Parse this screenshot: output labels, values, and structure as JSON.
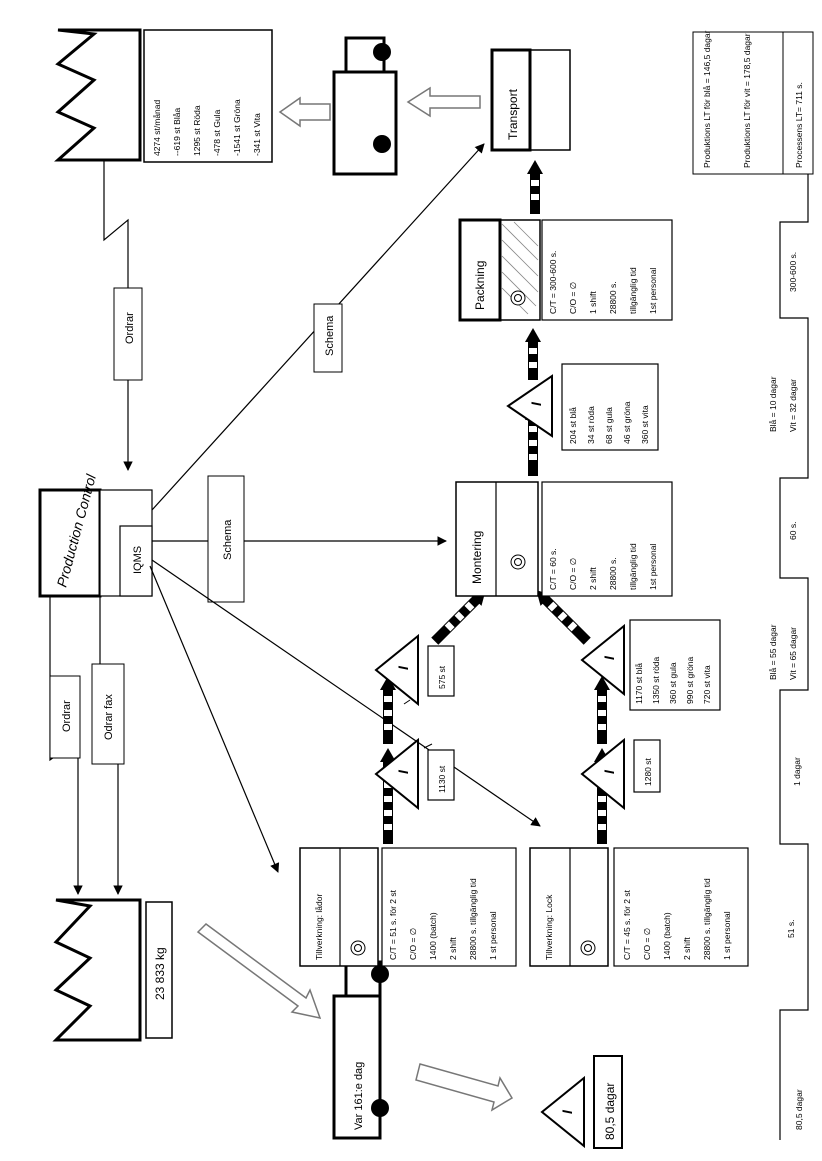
{
  "customer": {
    "lines": [
      "4274 st/månad",
      "--619 st Blåa",
      "1295 st Röda",
      "-478 st Gula",
      "-1541 st Gröna",
      "-341 st Vita"
    ]
  },
  "supplier": {
    "weight": "23 833 kg"
  },
  "truck_supplier": {
    "label": "Var 161:e dag"
  },
  "raw_inventory": {
    "label": "80,5 dagar"
  },
  "transport": {
    "label": "Transport"
  },
  "production_control": {
    "title": "Production Control",
    "system": "IQMS"
  },
  "flows": {
    "ordrar_customer": "Ordrar",
    "ordrar_supplier": "Ordrar",
    "odrar_fax": "Odrar fax",
    "schema_transport": "Schema",
    "schema_montering": "Schema"
  },
  "processes": {
    "ladar": {
      "name": "Tillverkning: lådor",
      "data": [
        "C/T = 51 s. för 2 st",
        "C/O = ∅",
        "1400 (batch)",
        "2 shift",
        "28800 s. tillgänglig tid",
        "1 st personal"
      ]
    },
    "lock": {
      "name": "Tillverkning: Lock",
      "data": [
        "C/T = 45 s. för 2 st",
        "C/O = ∅",
        "1400 (batch)",
        "2 shift",
        "28800 s. tillgänglig tid",
        "1 st personal"
      ]
    },
    "montering": {
      "name": "Montering",
      "data": [
        "C/T = 60 s.",
        "C/O = ∅",
        "2 shift",
        "28800 s.",
        "tillgänglig tid",
        "1st personal"
      ]
    },
    "packning": {
      "name": "Packning",
      "data": [
        "C/T = 300-600 s.",
        "C/O = ∅",
        "1 shift",
        "28800 s.",
        "tillgänglig tid",
        "1st personal"
      ]
    }
  },
  "inventories": {
    "ladar_1": "1130 st",
    "ladar_2": "575 st",
    "lock_1": "1280 st",
    "lock_2": [
      "1170 st blå",
      "1350 st röda",
      "360 st gula",
      "990 st gröna",
      "720 st vita"
    ],
    "montering": [
      "204 st blå",
      "34 st röda",
      "68 st gula",
      "46 st gröna",
      "360 st vita"
    ]
  },
  "timeline": {
    "raw": "80,5 dagar",
    "t1": "51 s.",
    "w1": "1 dagar",
    "w2a": "Blå = 55 dagar",
    "w2b": "Vit = 65 dagar",
    "t2": "60 s.",
    "w3a": "Blå = 10 dagar",
    "w3b": "Vit = 32 dagar",
    "t3": "300-600 s."
  },
  "summary": {
    "lt_bla": "Produktions LT för blå = 146,5 dagar",
    "lt_vit": "Produktions LT för vit = 178,5 dagar",
    "process": "Processens LT= 711 s."
  }
}
